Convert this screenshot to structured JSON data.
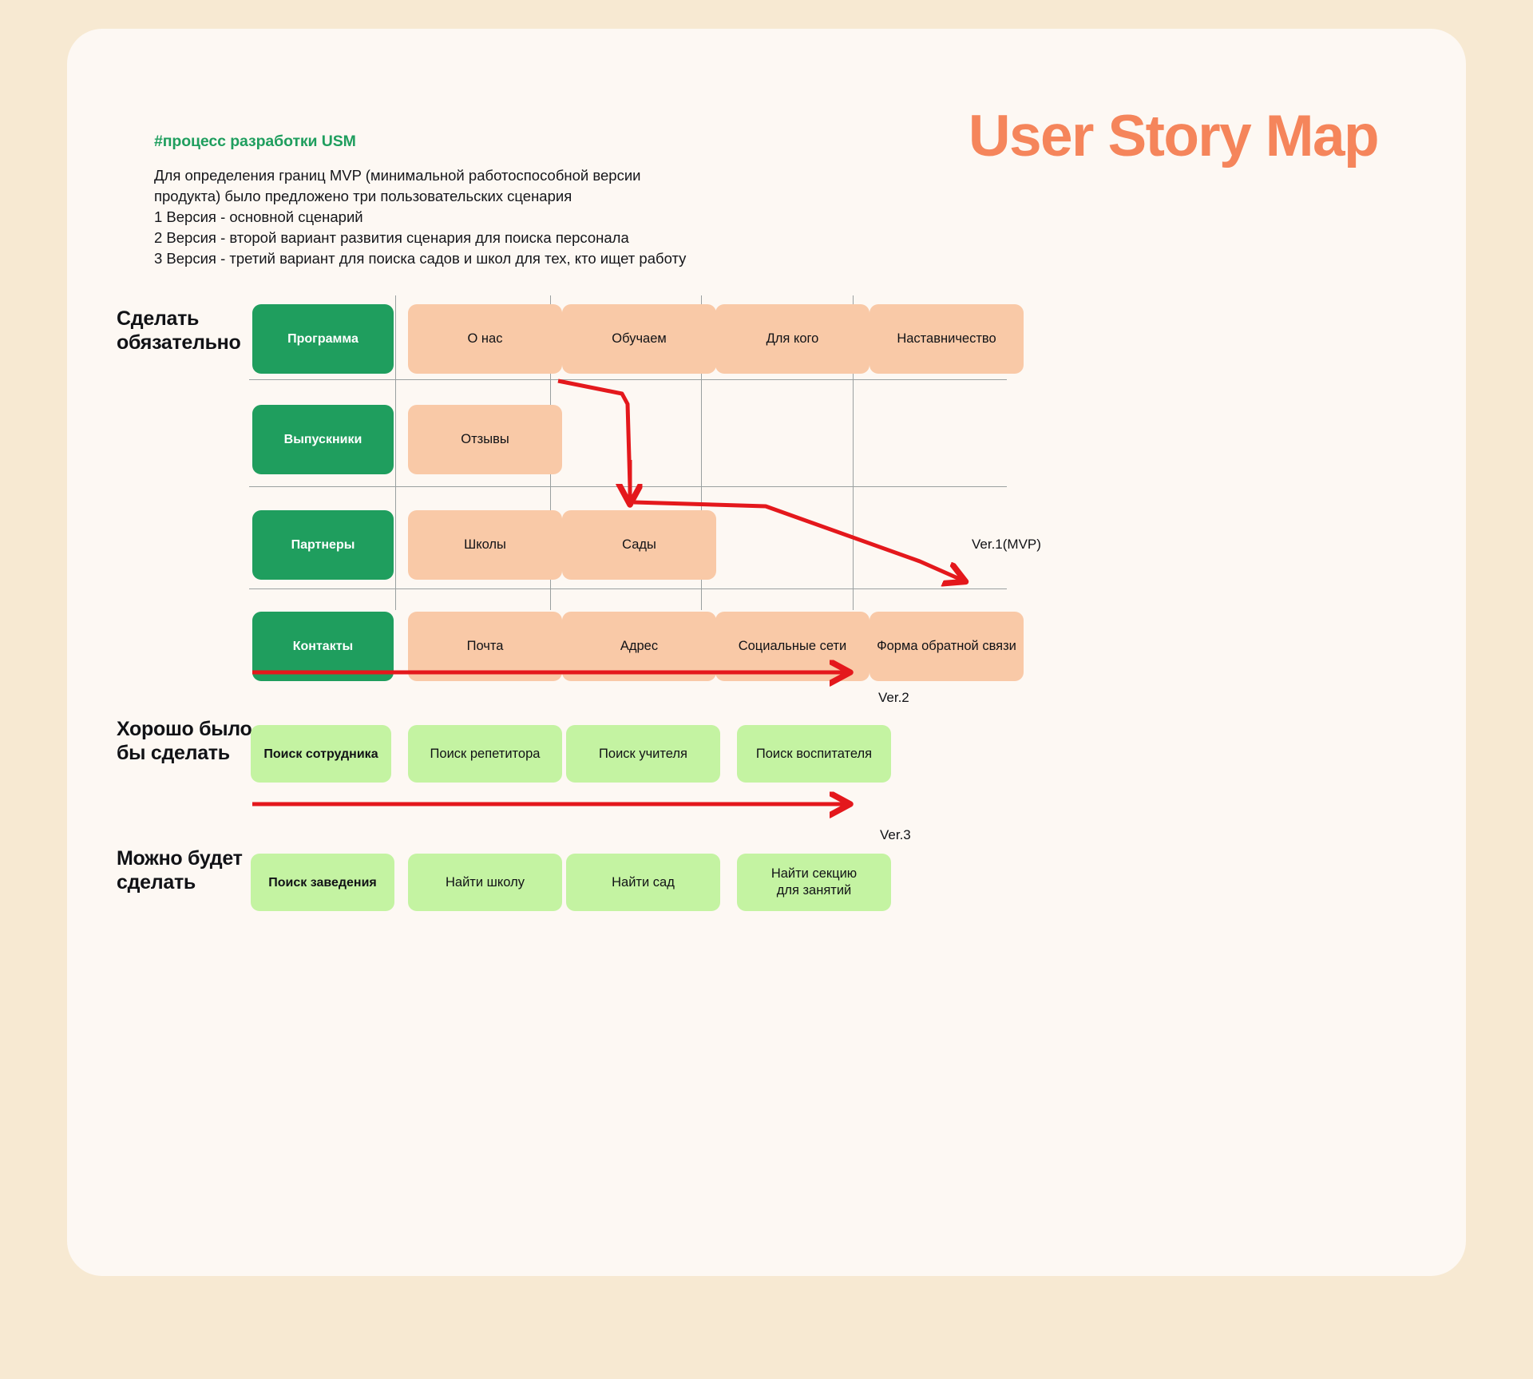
{
  "header": {
    "hashtag": "#процесс разработки USM",
    "title": "User Story Map",
    "intro_lines": [
      "Для определения границ MVP (минимальной работоспособной версии",
      "продукта) было предложено три пользовательских сценария",
      "1 Версия - основной сценарий",
      "2 Версия - второй вариант развития сценария для поиска персонала",
      "3 Версия - третий вариант для поиска садов и школ для тех, кто ищет работу"
    ]
  },
  "colors": {
    "page_background": "#f7e9d2",
    "card_surface": "#fdf8f3",
    "accent_orange": "#f5855b",
    "green": "#1f9e5e",
    "peach": "#f9c9a7",
    "lime": "#c4f3a2",
    "arrow_red": "#e4181c",
    "grid_line": "#9aa0a0"
  },
  "sections": [
    {
      "label": "Сделать\nобязательно",
      "version_label": "Ver.1(MVP)",
      "rows": [
        {
          "activity": "Программа",
          "tasks": [
            "О нас",
            "Обучаем",
            "Для кого",
            "Наставничество"
          ]
        },
        {
          "activity": "Выпускники",
          "tasks": [
            "Отзывы",
            "",
            "",
            ""
          ]
        },
        {
          "activity": "Партнеры",
          "tasks": [
            "Школы",
            "Сады",
            "",
            ""
          ]
        },
        {
          "activity": "Контакты",
          "tasks": [
            "Почта",
            "Адрес",
            "Социальные сети",
            "Форма обратной связи"
          ]
        }
      ]
    },
    {
      "label": "Хорошо было\nбы сделать",
      "version_label": "Ver.2",
      "cards": [
        "Поиск сотрудника",
        "Поиск репетитора",
        "Поиск учителя",
        "Поиск воспитателя"
      ]
    },
    {
      "label": "Можно будет\nсделать",
      "version_label": "Ver.3",
      "cards": [
        "Поиск заведения",
        "Найти школу",
        "Найти сад",
        "Найти секцию\nдля занятий"
      ]
    }
  ]
}
